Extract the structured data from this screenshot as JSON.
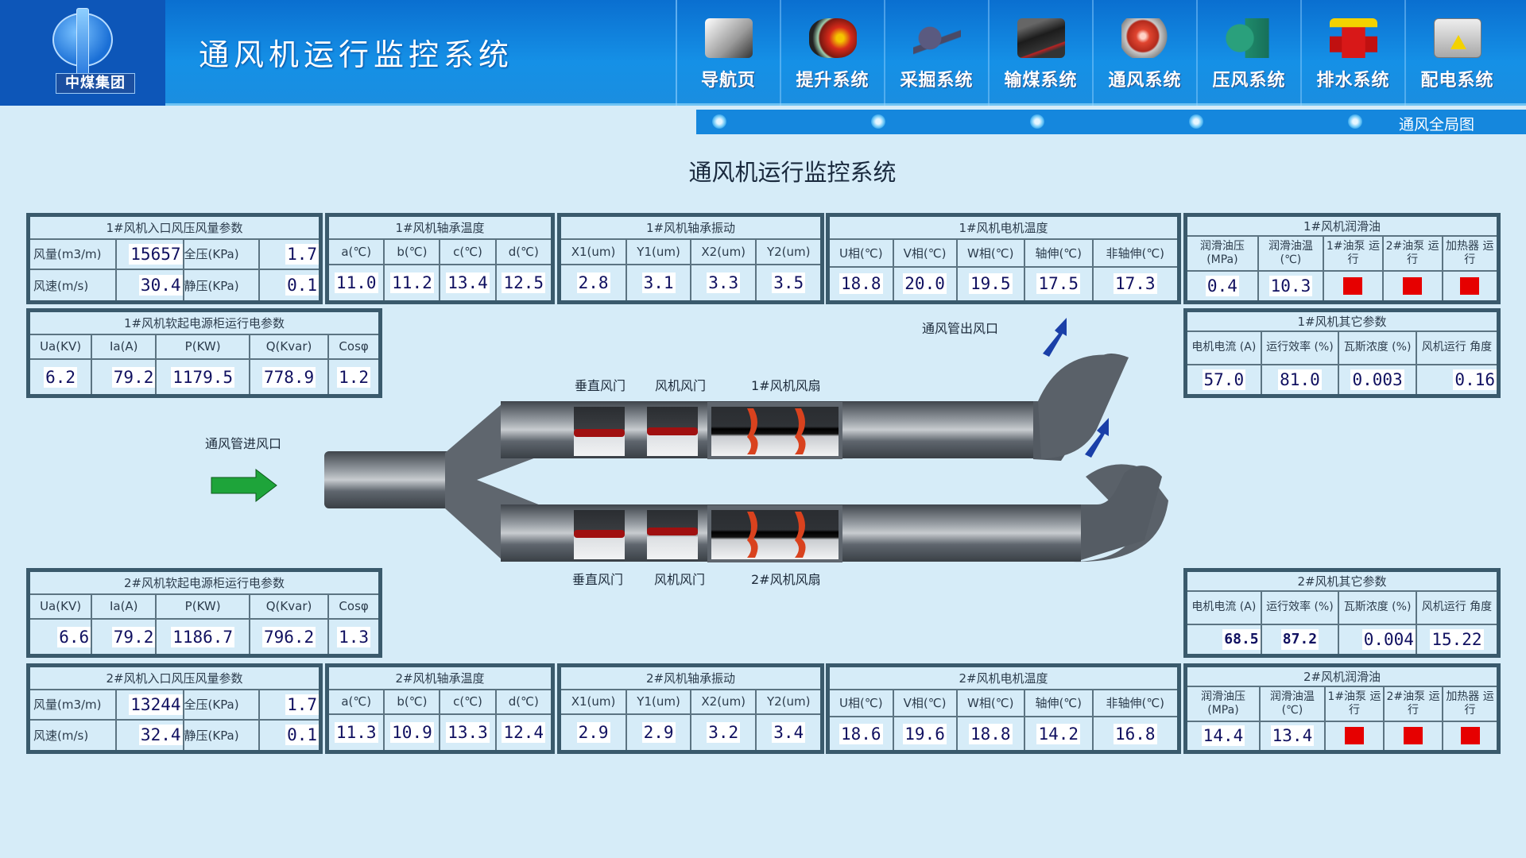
{
  "header": {
    "logo_text": "中煤集团",
    "app_title": "通风机运行监控系统",
    "nav": [
      {
        "label": "导航页",
        "icon": "home-icon",
        "color": "#dcdcdc"
      },
      {
        "label": "提升系统",
        "icon": "hoist-icon",
        "color": "#d62a1a"
      },
      {
        "label": "采掘系统",
        "icon": "excavator-icon",
        "color": "#4a4a66"
      },
      {
        "label": "输煤系统",
        "icon": "conveyor-icon",
        "color": "#333333"
      },
      {
        "label": "通风系统",
        "icon": "fan-icon",
        "color": "#e04530"
      },
      {
        "label": "压风系统",
        "icon": "compressor-icon",
        "color": "#1f8a6a"
      },
      {
        "label": "排水系统",
        "icon": "pump-icon",
        "color": "#d81818"
      },
      {
        "label": "配电系统",
        "icon": "power-cabinet-icon",
        "color": "#c8c8c8"
      }
    ]
  },
  "subnav": {
    "label": "通风全局图",
    "dots": 5
  },
  "page_title": "通风机运行监控系统",
  "fan1": {
    "inlet": {
      "title": "1#风机入口风压风量参数",
      "rows": [
        {
          "l1": "风量(m3/m)",
          "v1": "15657",
          "l2": "全压(KPa)",
          "v2": "1.7"
        },
        {
          "l1": "风速(m/s)",
          "v1": "30.4",
          "l2": "静压(KPa)",
          "v2": "0.1"
        }
      ]
    },
    "bearing_temp": {
      "title": "1#风机轴承温度",
      "headers": [
        "a(℃)",
        "b(℃)",
        "c(℃)",
        "d(℃)"
      ],
      "values": [
        "11.0",
        "11.2",
        "13.4",
        "12.5"
      ]
    },
    "bearing_vib": {
      "title": "1#风机轴承振动",
      "headers": [
        "X1(um)",
        "Y1(um)",
        "X2(um)",
        "Y2(um)"
      ],
      "values": [
        "2.8",
        "3.1",
        "3.3",
        "3.5"
      ]
    },
    "motor_temp": {
      "title": "1#风机电机温度",
      "headers": [
        "U相(℃)",
        "V相(℃)",
        "W相(℃)",
        "轴伸(℃)",
        "非轴伸(℃)"
      ],
      "values": [
        "18.8",
        "20.0",
        "19.5",
        "17.5",
        "17.3"
      ]
    },
    "lube": {
      "title": "1#风机润滑油",
      "headers": [
        "润滑油压 (MPa)",
        "润滑油温 (℃)",
        "1#油泵 运 行",
        "2#油泵 运 行",
        "加热器 运 行"
      ],
      "values": [
        "0.4",
        "10.3"
      ],
      "indicators": [
        "#e60000",
        "#e60000",
        "#e60000"
      ]
    },
    "softstart": {
      "title": "1#风机软起电源柜运行电参数",
      "headers": [
        "Ua(KV)",
        "Ia(A)",
        "P(KW)",
        "Q(Kvar)",
        "Cosφ"
      ],
      "values": [
        "6.2",
        "79.2",
        "1179.5",
        "778.9",
        "1.2"
      ]
    },
    "other": {
      "title": "1#风机其它参数",
      "headers": [
        "电机电流 (A)",
        "运行效率 (%)",
        "瓦斯浓度 (%)",
        "风机运行 角度"
      ],
      "values": [
        "57.0",
        "81.0",
        "0.003",
        "0.16"
      ]
    }
  },
  "fan2": {
    "inlet": {
      "title": "2#风机入口风压风量参数",
      "rows": [
        {
          "l1": "风量(m3/m)",
          "v1": "13244",
          "l2": "全压(KPa)",
          "v2": "1.7"
        },
        {
          "l1": "风速(m/s)",
          "v1": "32.4",
          "l2": "静压(KPa)",
          "v2": "0.1"
        }
      ]
    },
    "bearing_temp": {
      "title": "2#风机轴承温度",
      "headers": [
        "a(℃)",
        "b(℃)",
        "c(℃)",
        "d(℃)"
      ],
      "values": [
        "11.3",
        "10.9",
        "13.3",
        "12.4"
      ]
    },
    "bearing_vib": {
      "title": "2#风机轴承振动",
      "headers": [
        "X1(um)",
        "Y1(um)",
        "X2(um)",
        "Y2(um)"
      ],
      "values": [
        "2.9",
        "2.9",
        "3.2",
        "3.4"
      ]
    },
    "motor_temp": {
      "title": "2#风机电机温度",
      "headers": [
        "U相(℃)",
        "V相(℃)",
        "W相(℃)",
        "轴伸(℃)",
        "非轴伸(℃)"
      ],
      "values": [
        "18.6",
        "19.6",
        "18.8",
        "14.2",
        "16.8"
      ]
    },
    "lube": {
      "title": "2#风机润滑油",
      "headers": [
        "润滑油压 (MPa)",
        "润滑油温 (℃)",
        "1#油泵 运 行",
        "2#油泵 运 行",
        "加热器 运 行"
      ],
      "values": [
        "14.4",
        "13.4"
      ],
      "indicators": [
        "#e60000",
        "#e60000",
        "#e60000"
      ]
    },
    "softstart": {
      "title": "2#风机软起电源柜运行电参数",
      "headers": [
        "Ua(KV)",
        "Ia(A)",
        "P(KW)",
        "Q(Kvar)",
        "Cosφ"
      ],
      "values": [
        "6.6",
        "79.2",
        "1186.7",
        "796.2",
        "1.3"
      ]
    },
    "other": {
      "title": "2#风机其它参数",
      "headers": [
        "电机电流 (A)",
        "运行效率 (%)",
        "瓦斯浓度 (%)",
        "风机运行 角度"
      ],
      "values": [
        "68.5",
        "87.2",
        "0.004",
        "15.22"
      ]
    }
  },
  "diagram": {
    "inlet_label": "通风管进风口",
    "outlet_label": "通风管出风口",
    "fan1_labels": [
      "垂直风门",
      "风机风门",
      "1#风机风扇"
    ],
    "fan2_labels": [
      "垂直风门",
      "风机风门",
      "2#风机风扇"
    ],
    "inlet_arrow_color": "#1ea43a",
    "outlet_arrow_color": "#1a3fa8",
    "pipe_color": "#5f666e",
    "damper_color": "#a01010",
    "fan_blade_color": "#d9421e"
  }
}
